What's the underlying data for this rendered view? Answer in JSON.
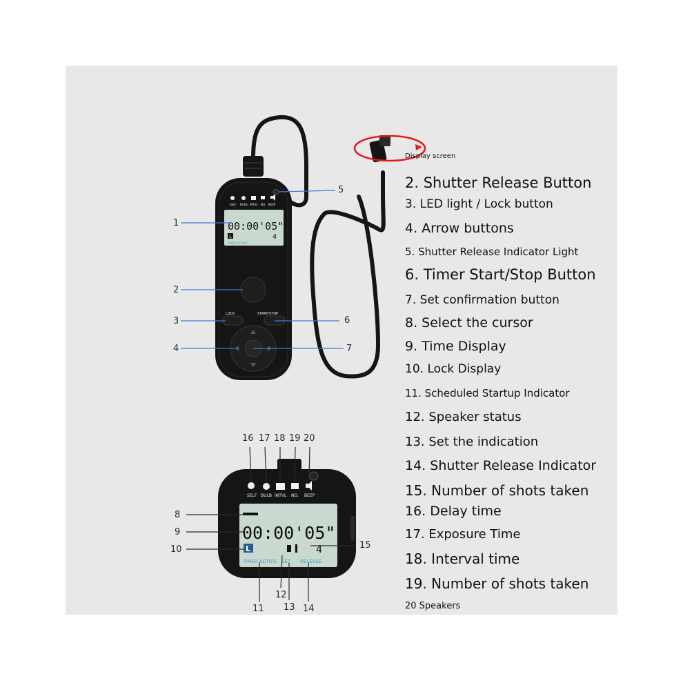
{
  "display_caption": "Display screen",
  "legend": [
    "2. Shutter Release Button",
    "3. LED light / Lock button",
    "4. Arrow buttons",
    "5. Shutter Release Indicator Light",
    "6. Timer Start/Stop Button",
    "7. Set confirmation button",
    "8. Select the cursor",
    "9. Time Display",
    "10. Lock Display",
    "11. Scheduled Startup Indicator",
    "12. Speaker status",
    "13. Set the indication",
    "14. Shutter Release Indicator",
    "15. Number of shots taken",
    "16. Delay time",
    "17. Exposure Time",
    "18. Interval time",
    "19. Number of shots taken",
    "20 Speakers"
  ],
  "top_callouts": [
    "1",
    "2",
    "3",
    "4",
    "5",
    "6",
    "7"
  ],
  "bottom_callouts": [
    "16",
    "17",
    "18",
    "19",
    "20",
    "8",
    "9",
    "10",
    "15",
    "11",
    "12",
    "13",
    "14"
  ],
  "device": {
    "mode_icons": [
      "SELF",
      "BULB",
      "INTVL",
      "NO.",
      "BEEP"
    ],
    "time_readout": "00:00'05\"",
    "lock_glyph": "L",
    "count_readout": "4",
    "status_left": "TIMER ACTIVE",
    "status_mid": "SET",
    "status_right": "RELEASE",
    "lock_button": "LOCK",
    "start_stop_button": "START/STOP"
  },
  "colors": {
    "panel": "#e8e8e8",
    "device_body": "#151515",
    "lcd": "#c9d9cf",
    "lcd_text": "#111111",
    "lcd_status": "#3e9ec8",
    "leader": "#3e7ad6",
    "highlight_ellipse": "#e01b1b"
  }
}
